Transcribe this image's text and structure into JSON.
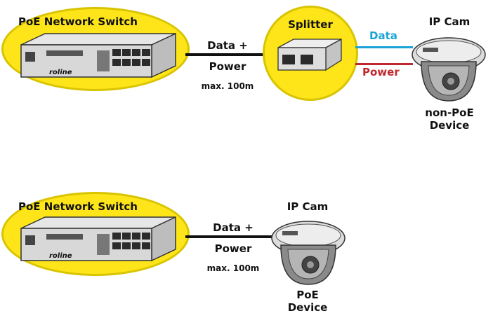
{
  "top": {
    "switch_title": "PoE Network Switch",
    "link_data": "Data +",
    "link_power": "Power",
    "link_distance": "max. 100m",
    "splitter_title": "Splitter",
    "out_data": "Data",
    "out_power": "Power",
    "camera_title": "IP Cam",
    "device_line1": "non-PoE",
    "device_line2": "Device"
  },
  "bottom": {
    "switch_title": "PoE Network Switch",
    "link_data": "Data +",
    "link_power": "Power",
    "link_distance": "max. 100m",
    "camera_title": "IP Cam",
    "device_line1": "PoE",
    "device_line2": "Device"
  },
  "brand_label": "roline",
  "colors": {
    "highlight": "#fde51a",
    "data_line": "#1aa3d6",
    "power_line": "#c0282d",
    "cable": "#111111"
  }
}
